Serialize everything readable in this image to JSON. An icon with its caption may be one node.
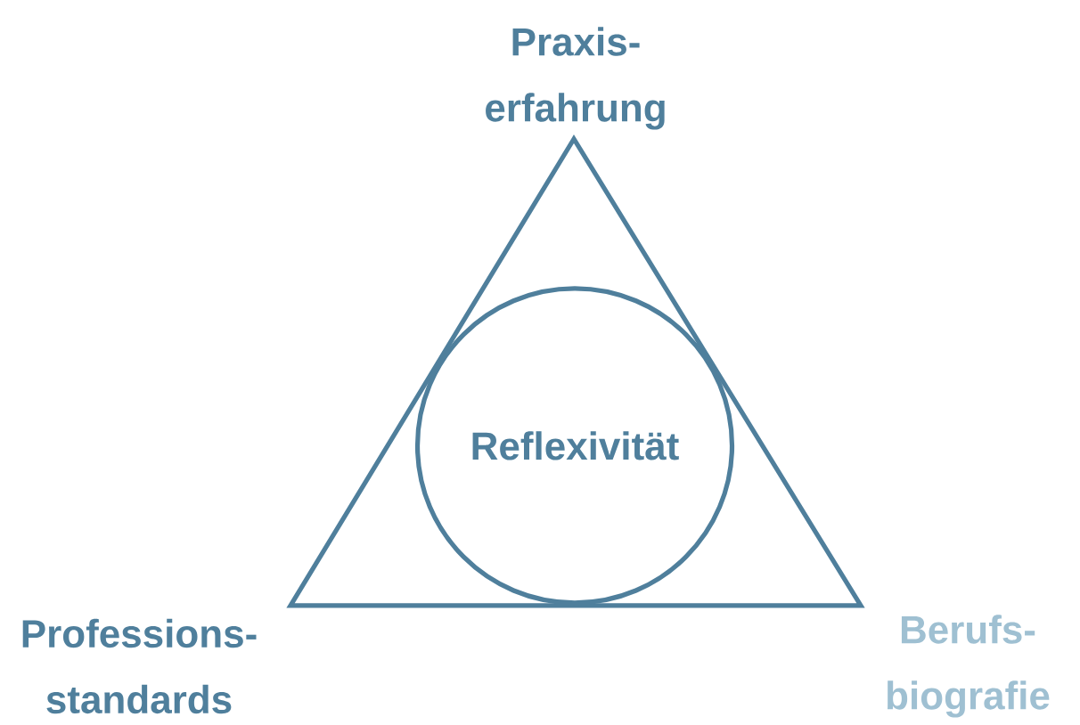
{
  "diagram": {
    "nodes": [
      {
        "text": [],
        "shape": "triangle"
      },
      {
        "text": [
          "Reflexivität"
        ],
        "in": 0
      }
    ],
    "edges": [],
    "labels": [
      "Praxis- erfahrung",
      "Professions- standards",
      "Berufs- biografie"
    ]
  }
}
